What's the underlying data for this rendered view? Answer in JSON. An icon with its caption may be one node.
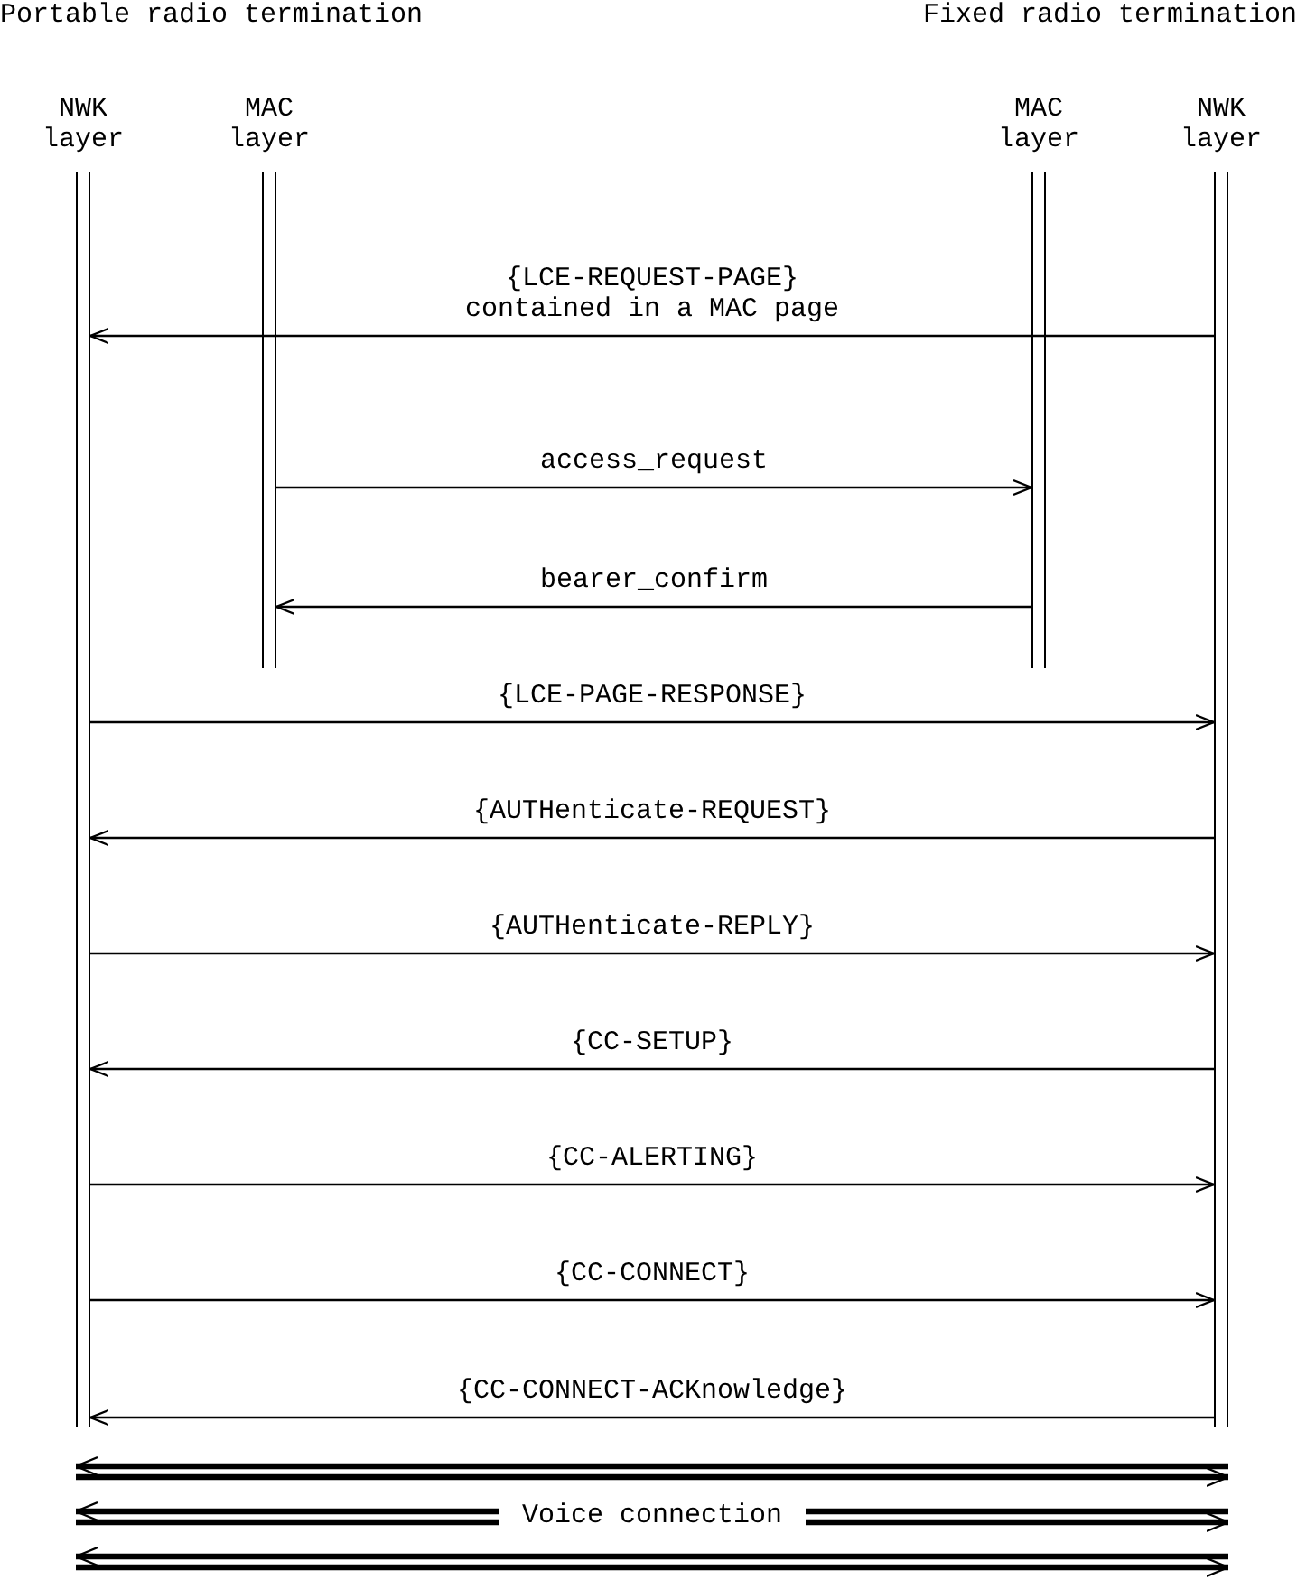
{
  "diagram": {
    "nodes": [
      {
        "text": [],
        "shape": "bar",
        "beside": [
          "NWK layer"
        ]
      },
      {
        "text": [],
        "shape": "bar",
        "beside": [
          "MAC layer"
        ]
      },
      {
        "text": [],
        "shape": "bar",
        "beside": [
          "MAC layer"
        ]
      },
      {
        "text": [],
        "shape": "bar",
        "beside": [
          "NWK layer"
        ]
      }
    ],
    "edges": [
      {
        "from": 3,
        "to": 0,
        "arrow": "to",
        "label": "{LCE-REQUEST-PAGE} contained in a MAC page"
      },
      {
        "from": 1,
        "to": 2,
        "arrow": "to",
        "label": "access_request"
      },
      {
        "from": 2,
        "to": 1,
        "arrow": "to",
        "label": "bearer_confirm"
      },
      {
        "from": 0,
        "to": 3,
        "arrow": "to",
        "label": "{LCE-PAGE-RESPONSE}"
      },
      {
        "from": 3,
        "to": 0,
        "arrow": "to",
        "label": "{AUTHenticate-REQUEST}"
      },
      {
        "from": 0,
        "to": 3,
        "arrow": "to",
        "label": "{AUTHenticate-REPLY}"
      },
      {
        "from": 3,
        "to": 0,
        "arrow": "to",
        "label": "{CC-SETUP}"
      },
      {
        "from": 0,
        "to": 3,
        "arrow": "to",
        "label": "{CC-ALERTING}"
      },
      {
        "from": 0,
        "to": 3,
        "arrow": "to",
        "label": "{CC-CONNECT}"
      },
      {
        "from": 3,
        "to": 0,
        "arrow": "to",
        "label": "{CC-CONNECT-ACKnowledge}"
      },
      {
        "from": 0,
        "to": 3,
        "arrow": "both",
        "style": "thick"
      },
      {
        "from": 0,
        "to": 3,
        "arrow": "both",
        "style": "thick",
        "label": "Voice connection"
      },
      {
        "from": 0,
        "to": 3,
        "arrow": "both",
        "style": "thick"
      }
    ],
    "labels": [
      "Portable radio termination",
      "Fixed radio termination"
    ]
  }
}
